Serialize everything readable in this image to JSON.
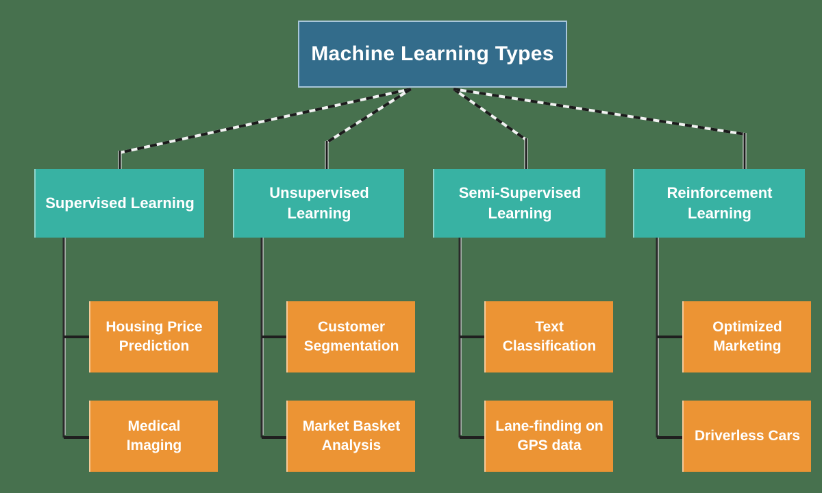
{
  "diagram": {
    "title": "Machine Learning Types",
    "categories": [
      {
        "label": "Supervised Learning",
        "examples": [
          "Housing Price Prediction",
          "Medical Imaging"
        ]
      },
      {
        "label": "Unsupervised Learning",
        "examples": [
          "Customer Segmentation",
          "Market Basket Analysis"
        ]
      },
      {
        "label": "Semi-Supervised Learning",
        "examples": [
          "Text Classification",
          "Lane-finding on GPS data"
        ]
      },
      {
        "label": "Reinforcement Learning",
        "examples": [
          "Optimized Marketing",
          "Driverless Cars"
        ]
      }
    ]
  },
  "colors": {
    "background": "#47714E",
    "title_box": "#336C8B",
    "title_border": "#A9C6D9",
    "category_box": "#38B2A3",
    "example_box": "#EC9434",
    "text": "#FFFFFF",
    "connector": "#1C1C1C",
    "connector_dash_gap": "#F2F2F2",
    "connector_shadow": "#C9C9C9"
  }
}
